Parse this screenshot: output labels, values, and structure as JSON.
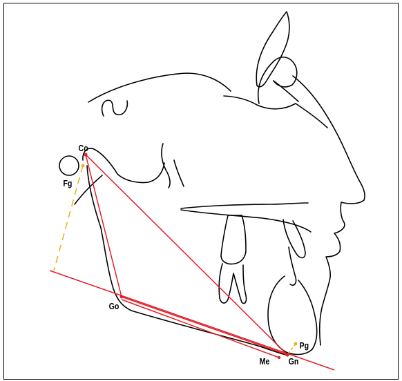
{
  "landmarks": {
    "co": "Co",
    "fg": "Fg",
    "go": "Go",
    "pg": "Pg",
    "me": "Me",
    "gn": "Gn"
  },
  "colors": {
    "trace": "#000000",
    "measurement_lines": "#e41e26",
    "projection_lines": "#e6b422"
  }
}
